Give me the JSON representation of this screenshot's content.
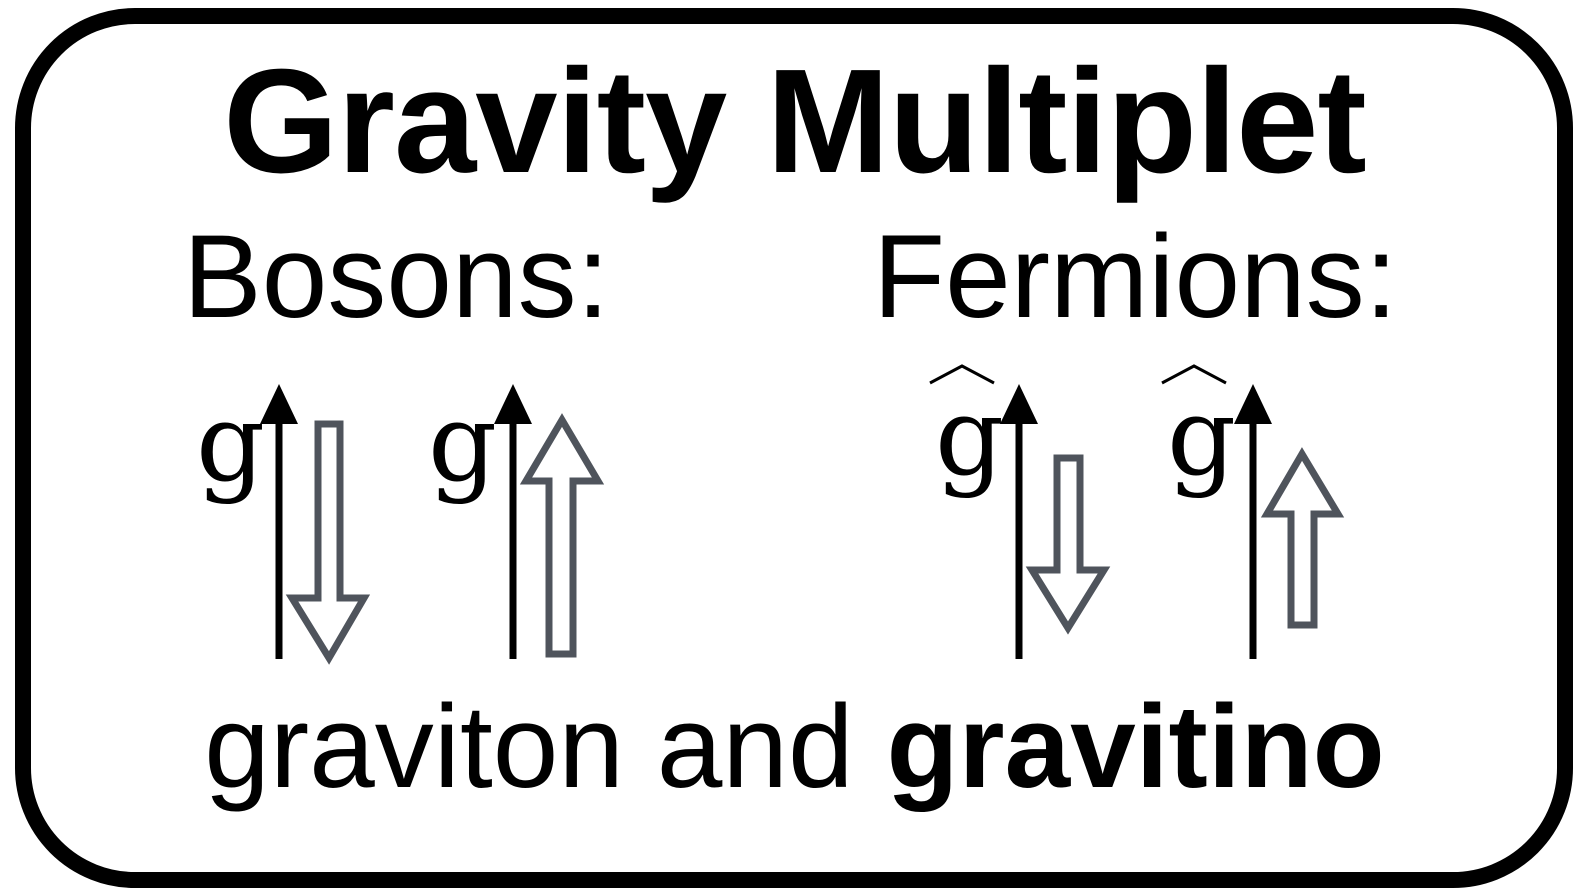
{
  "title": "Gravity Multiplet",
  "bosons_label": "Bosons:",
  "fermions_label": "Fermions:",
  "footer": {
    "plain": "graviton and",
    "bold": "gravitino"
  },
  "particles": {
    "boson_symbol": "g",
    "fermion_symbol": "g"
  },
  "colors": {
    "solid_arrow": "#000000",
    "hollow_arrow": "#4f545c"
  }
}
